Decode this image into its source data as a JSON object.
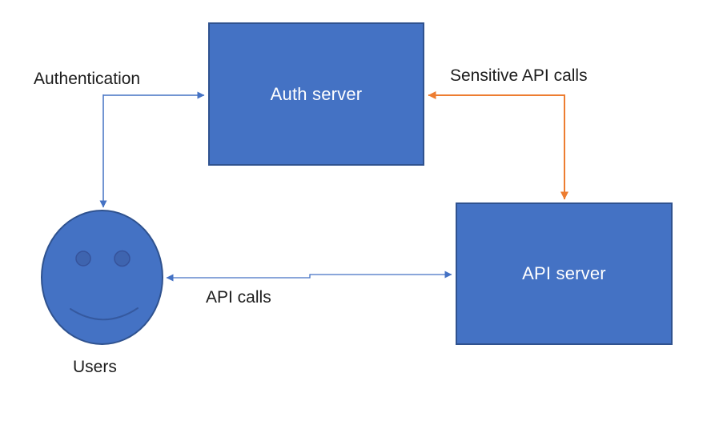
{
  "diagram": {
    "nodes": [
      {
        "id": "auth-server",
        "label": "Auth server",
        "shape": "rectangle",
        "fill": "#4472C4",
        "border": "#2F528F",
        "text_color": "#FFFFFF"
      },
      {
        "id": "api-server",
        "label": "API server",
        "shape": "rectangle",
        "fill": "#4472C4",
        "border": "#2F528F",
        "text_color": "#FFFFFF"
      },
      {
        "id": "users",
        "label": "Users",
        "shape": "smiley-face",
        "fill": "#4472C4",
        "border": "#2F528F"
      }
    ],
    "edges": [
      {
        "id": "authentication",
        "label": "Authentication",
        "from": "users",
        "to": "auth-server",
        "color": "#4472C4",
        "style": "elbow",
        "arrowheads": "both"
      },
      {
        "id": "api-calls",
        "label": "API calls",
        "from": "users",
        "to": "api-server",
        "color": "#4472C4",
        "style": "stepped",
        "arrowheads": "both"
      },
      {
        "id": "sensitive-api-calls",
        "label": "Sensitive API calls",
        "from": "api-server",
        "to": "auth-server",
        "color": "#ED7D31",
        "style": "elbow",
        "arrowheads": "both"
      }
    ],
    "colors": {
      "background": "#FFFFFF",
      "node_fill": "#4472C4",
      "node_border": "#2F528F",
      "blue_arrow": "#4472C4",
      "orange_arrow": "#ED7D31",
      "label_text": "#1C1C1C",
      "node_text": "#FFFFFF",
      "eye_fill": "#3E64AF",
      "smile_stroke": "#35599F"
    }
  }
}
